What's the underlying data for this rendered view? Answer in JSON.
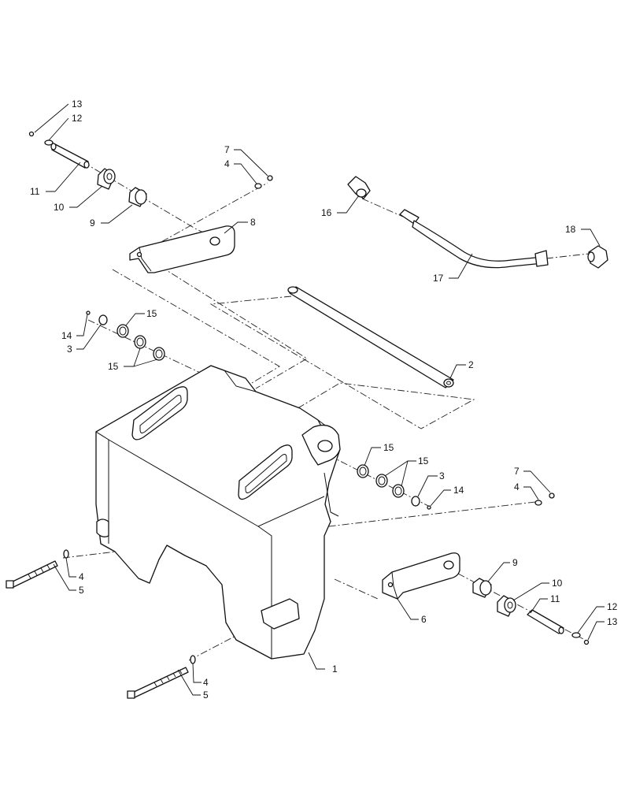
{
  "diagram": {
    "callouts": [
      {
        "id": "c13a",
        "label": "13"
      },
      {
        "id": "c12a",
        "label": "12"
      },
      {
        "id": "c11a",
        "label": "11"
      },
      {
        "id": "c10a",
        "label": "10"
      },
      {
        "id": "c9a",
        "label": "9"
      },
      {
        "id": "c7a",
        "label": "7"
      },
      {
        "id": "c4a",
        "label": "4"
      },
      {
        "id": "c8",
        "label": "8"
      },
      {
        "id": "c16",
        "label": "16"
      },
      {
        "id": "c18",
        "label": "18"
      },
      {
        "id": "c17",
        "label": "17"
      },
      {
        "id": "c14a",
        "label": "14"
      },
      {
        "id": "c3a",
        "label": "3"
      },
      {
        "id": "c15a",
        "label": "15"
      },
      {
        "id": "c15b",
        "label": "15"
      },
      {
        "id": "c2",
        "label": "2"
      },
      {
        "id": "c15c",
        "label": "15"
      },
      {
        "id": "c15d",
        "label": "15"
      },
      {
        "id": "c3b",
        "label": "3"
      },
      {
        "id": "c14b",
        "label": "14"
      },
      {
        "id": "c7b",
        "label": "7"
      },
      {
        "id": "c4b",
        "label": "4"
      },
      {
        "id": "c9b",
        "label": "9"
      },
      {
        "id": "c10b",
        "label": "10"
      },
      {
        "id": "c11b",
        "label": "11"
      },
      {
        "id": "c12b",
        "label": "12"
      },
      {
        "id": "c13b",
        "label": "13"
      },
      {
        "id": "c6",
        "label": "6"
      },
      {
        "id": "c4c",
        "label": "4"
      },
      {
        "id": "c5a",
        "label": "5"
      },
      {
        "id": "c1",
        "label": "1"
      },
      {
        "id": "c4d",
        "label": "4"
      },
      {
        "id": "c5b",
        "label": "5"
      }
    ]
  }
}
